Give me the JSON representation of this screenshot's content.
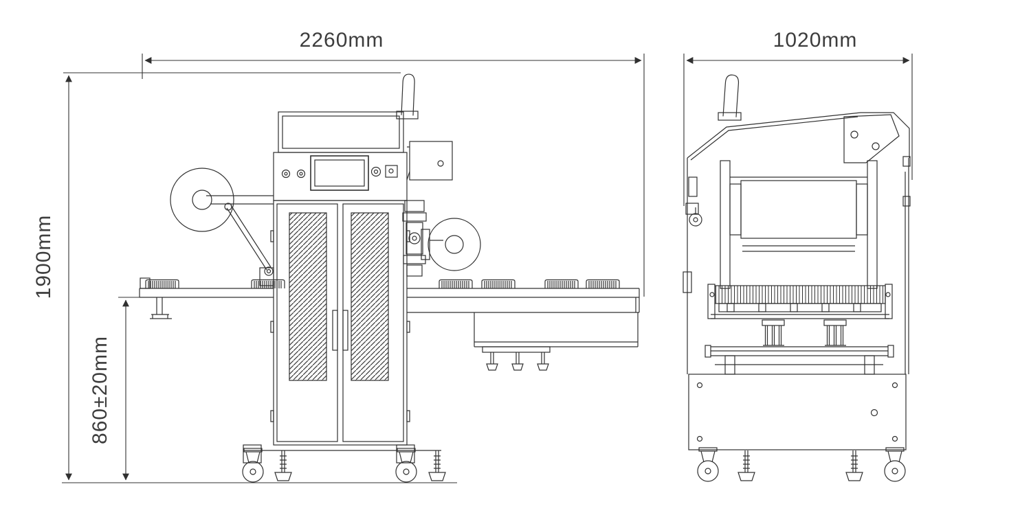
{
  "style": {
    "background": "#ffffff",
    "line_color": "#303030",
    "text_color": "#3d3d3d"
  },
  "dimensions": {
    "overall_width": "2260mm",
    "side_width": "1020mm",
    "overall_height": "1900mm",
    "working_height": "860±20mm"
  }
}
